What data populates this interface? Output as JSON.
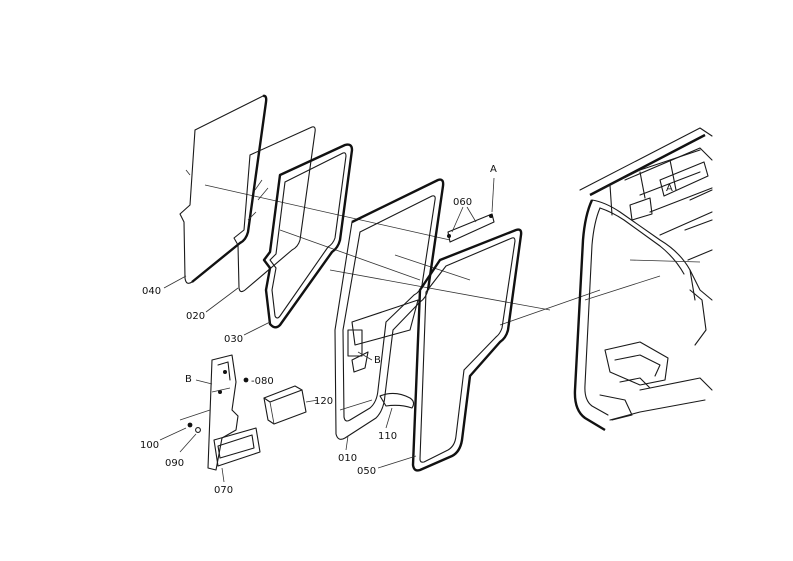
{
  "labels": {
    "p040": "040",
    "p020": "020",
    "p030": "030",
    "p010": "010",
    "p050": "050",
    "p060": "060",
    "pA1": "A",
    "pA2": "A",
    "pB1": "B",
    "pB2": "B",
    "p080": "-080",
    "p120": "120",
    "p100": "100",
    "p090": "090",
    "p070": "070",
    "p110": "110"
  },
  "colors": {
    "ink": "#111111",
    "paper": "#ffffff"
  }
}
